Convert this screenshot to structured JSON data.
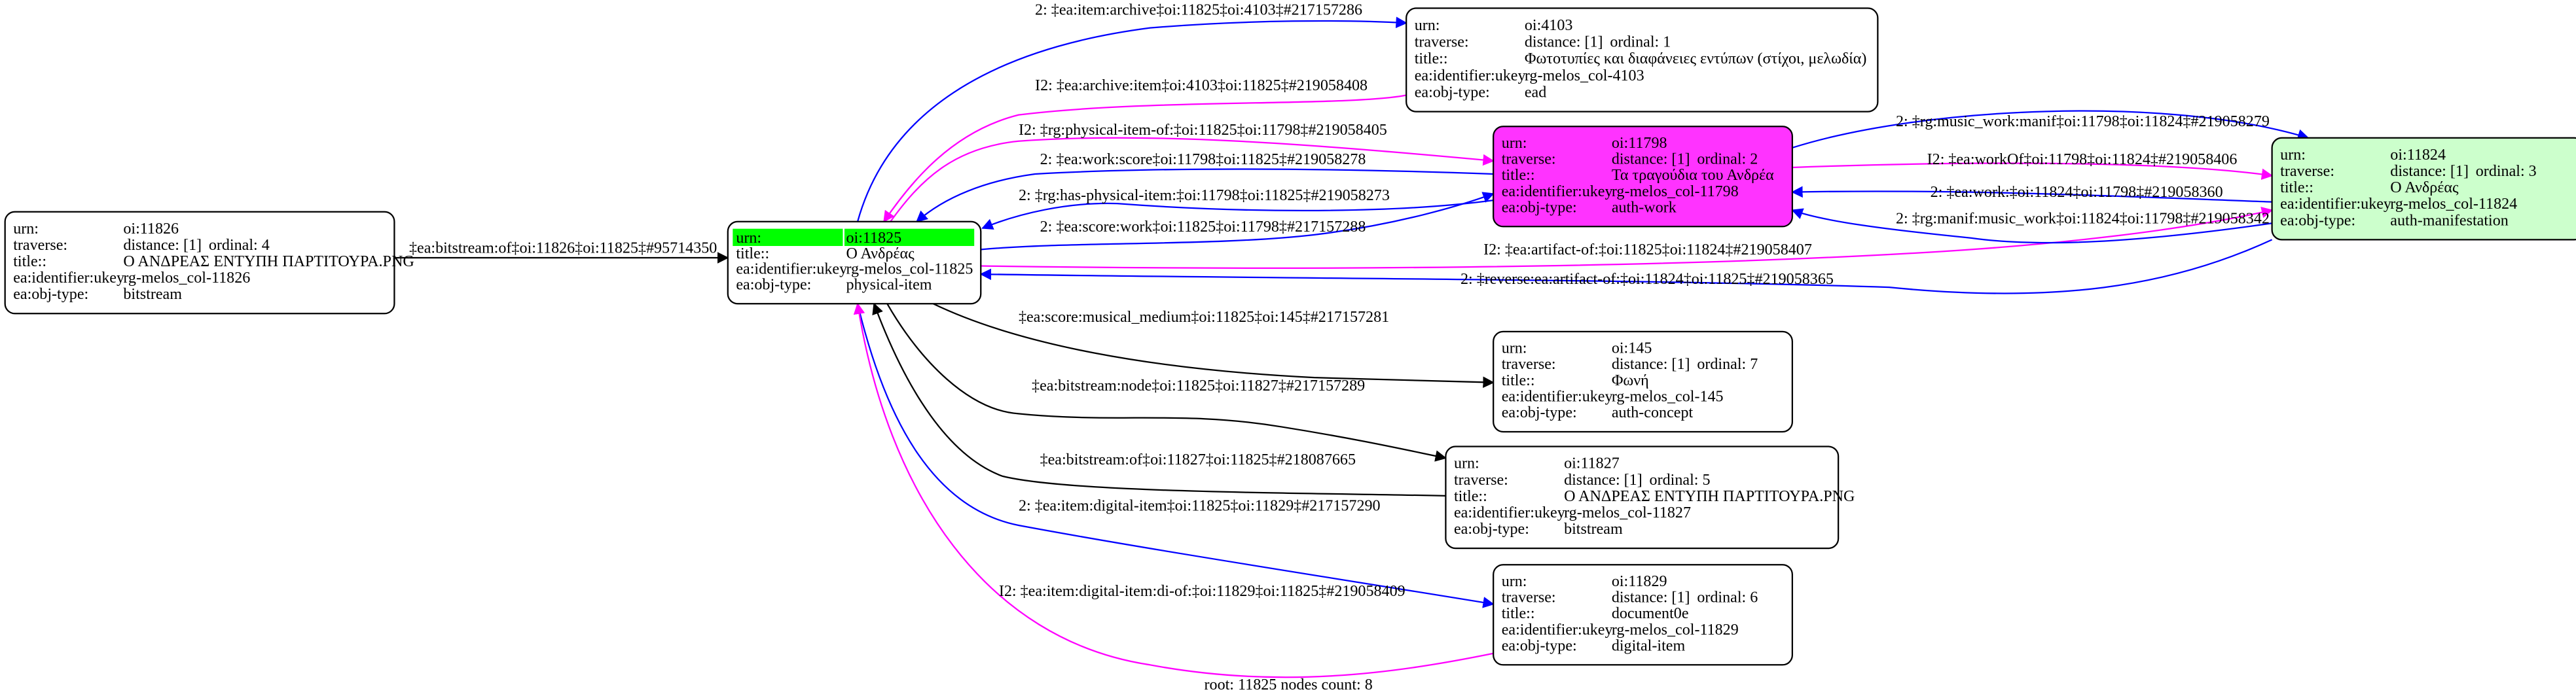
{
  "field_labels": {
    "urn": "urn:",
    "traverse": "traverse:",
    "title": "title::",
    "ukey": "ea:identifier:ukey",
    "objtype": "ea:obj-type:"
  },
  "colors": {
    "root_highlight": "#00ff00",
    "work_fill": "#ff33ff",
    "manifestation_fill": "#ccffcc",
    "edge_forward": "#0000ff",
    "edge_inverse": "#ff00ff",
    "edge_plain": "#000000"
  },
  "nodes": [
    {
      "id": "n11826",
      "urn": "oi:11826",
      "distance": "distance: [1]",
      "ordinal": "ordinal: 4",
      "title": "Ο ΑΝΔΡΕΑΣ ΕΝΤΥΠΗ ΠΑΡΤΙΤΟΥΡΑ.PNG",
      "ukey": "rg-melos_col-11826",
      "objtype": "bitstream",
      "fill": "#ffffff"
    },
    {
      "id": "n11825",
      "urn": "oi:11825",
      "title": "Ο Ανδρέας",
      "ukey": "rg-melos_col-11825",
      "objtype": "physical-item",
      "fill": "#ffffff",
      "root": true
    },
    {
      "id": "n4103",
      "urn": "oi:4103",
      "distance": "distance: [1]",
      "ordinal": "ordinal: 1",
      "title": "Φωτοτυπίες και διαφάνειες εντύπων (στίχοι, μελωδία)",
      "ukey": "rg-melos_col-4103",
      "objtype": "ead",
      "fill": "#ffffff"
    },
    {
      "id": "n11798",
      "urn": "oi:11798",
      "distance": "distance: [1]",
      "ordinal": "ordinal: 2",
      "title": "Τα τραγούδια του Ανδρέα",
      "ukey": "rg-melos_col-11798",
      "objtype": "auth-work",
      "fill": "#ff33ff"
    },
    {
      "id": "n11824",
      "urn": "oi:11824",
      "distance": "distance: [1]",
      "ordinal": "ordinal: 3",
      "title": "Ο Ανδρέας",
      "ukey": "rg-melos_col-11824",
      "objtype": "auth-manifestation",
      "fill": "#ccffcc"
    },
    {
      "id": "n145",
      "urn": "oi:145",
      "distance": "distance: [1]",
      "ordinal": "ordinal: 7",
      "title": "Φωνή",
      "ukey": "rg-melos_col-145",
      "objtype": "auth-concept",
      "fill": "#ffffff"
    },
    {
      "id": "n11827",
      "urn": "oi:11827",
      "distance": "distance: [1]",
      "ordinal": "ordinal: 5",
      "title": "Ο ΑΝΔΡΕΑΣ ΕΝΤΥΠΗ ΠΑΡΤΙΤΟΥΡΑ.PNG",
      "ukey": "rg-melos_col-11827",
      "objtype": "bitstream",
      "fill": "#ffffff"
    },
    {
      "id": "n11829",
      "urn": "oi:11829",
      "distance": "distance: [1]",
      "ordinal": "ordinal: 6",
      "title": "document0e",
      "ukey": "rg-melos_col-11829",
      "objtype": "digital-item",
      "fill": "#ffffff"
    }
  ],
  "edges": [
    {
      "from": "oi:11826",
      "to": "oi:11825",
      "color": "#000000",
      "label": "‡ea:bitstream:of‡oi:11826‡oi:11825‡#95714350"
    },
    {
      "from": "oi:11825",
      "to": "oi:4103",
      "color": "#0000ff",
      "label": "2: ‡ea:item:archive‡oi:11825‡oi:4103‡#217157286"
    },
    {
      "from": "oi:4103",
      "to": "oi:11825",
      "color": "#ff00ff",
      "label": "I2: ‡ea:archive:item‡oi:4103‡oi:11825‡#219058408"
    },
    {
      "from": "oi:11825",
      "to": "oi:11798",
      "color": "#ff00ff",
      "label": "I2: ‡rg:physical-item-of:‡oi:11825‡oi:11798‡#219058405"
    },
    {
      "from": "oi:11798",
      "to": "oi:11825",
      "color": "#0000ff",
      "label": "2: ‡ea:work:score‡oi:11798‡oi:11825‡#219058278"
    },
    {
      "from": "oi:11798",
      "to": "oi:11825",
      "color": "#0000ff",
      "label": "2: ‡rg:has-physical-item:‡oi:11798‡oi:11825‡#219058273"
    },
    {
      "from": "oi:11825",
      "to": "oi:11798",
      "color": "#0000ff",
      "label": "2: ‡ea:score:work‡oi:11825‡oi:11798‡#217157288"
    },
    {
      "from": "oi:11825",
      "to": "oi:11824",
      "color": "#ff00ff",
      "label": "I2: ‡ea:artifact-of:‡oi:11825‡oi:11824‡#219058407"
    },
    {
      "from": "oi:11824",
      "to": "oi:11825",
      "color": "#0000ff",
      "label": "2: ‡reverse:ea:artifact-of:‡oi:11824‡oi:11825‡#219058365"
    },
    {
      "from": "oi:11798",
      "to": "oi:11824",
      "color": "#0000ff",
      "label": "2: ‡rg:music_work:manif‡oi:11798‡oi:11824‡#219058279"
    },
    {
      "from": "oi:11798",
      "to": "oi:11824",
      "color": "#ff00ff",
      "label": "I2: ‡ea:workOf‡oi:11798‡oi:11824‡#219058406"
    },
    {
      "from": "oi:11824",
      "to": "oi:11798",
      "color": "#0000ff",
      "label": "2: ‡ea:work:‡oi:11824‡oi:11798‡#219058360"
    },
    {
      "from": "oi:11824",
      "to": "oi:11798",
      "color": "#0000ff",
      "label": "2: ‡rg:manif:music_work‡oi:11824‡oi:11798‡#219058342"
    },
    {
      "from": "oi:11825",
      "to": "oi:145",
      "color": "#000000",
      "label": "‡ea:score:musical_medium‡oi:11825‡oi:145‡#217157281"
    },
    {
      "from": "oi:11825",
      "to": "oi:11827",
      "color": "#000000",
      "label": "‡ea:bitstream:node‡oi:11825‡oi:11827‡#217157289"
    },
    {
      "from": "oi:11827",
      "to": "oi:11825",
      "color": "#000000",
      "label": "‡ea:bitstream:of‡oi:11827‡oi:11825‡#218087665"
    },
    {
      "from": "oi:11825",
      "to": "oi:11829",
      "color": "#0000ff",
      "label": "2: ‡ea:item:digital-item‡oi:11825‡oi:11829‡#217157290"
    },
    {
      "from": "oi:11829",
      "to": "oi:11825",
      "color": "#ff00ff",
      "label": "I2: ‡ea:item:digital-item:di-of:‡oi:11829‡oi:11825‡#219058409"
    }
  ],
  "footer": "root: 11825 nodes count: 8"
}
